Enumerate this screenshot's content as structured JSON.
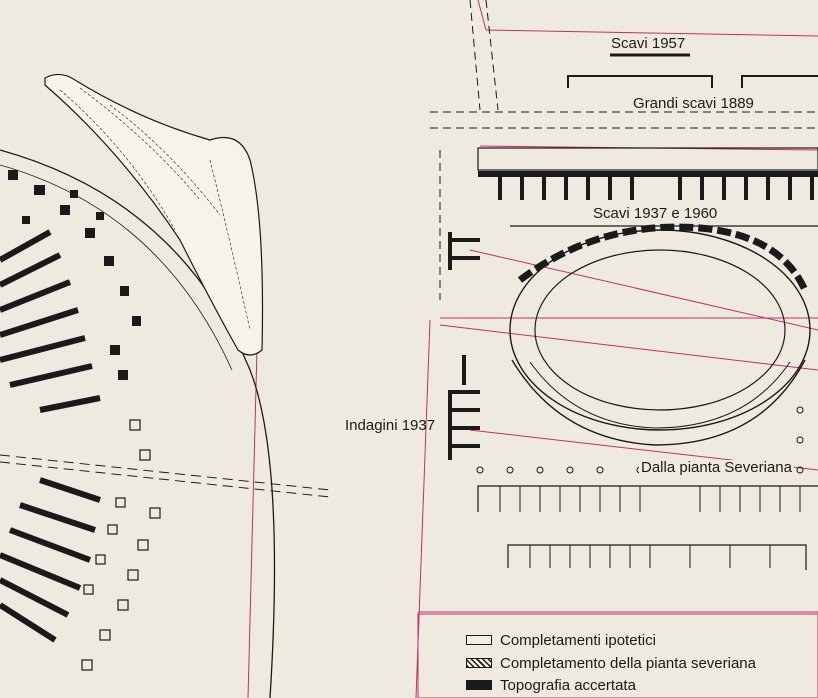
{
  "labels": {
    "scavi_1957": "Scavi 1957",
    "grandi_scavi_1889": "Grandi scavi 1889",
    "scavi_1937_1960": "Scavi 1937 e 1960",
    "indagini_1937": "Indagini 1937",
    "dalla_pianta_severiana": "Dalla pianta Severiana"
  },
  "legend": {
    "hypothetical": "Completamenti ipotetici",
    "severan": "Completamento della pianta severiana",
    "confirmed": "Topografia accertata"
  },
  "colors": {
    "paper": "#efeae0",
    "ink": "#1a1a1a",
    "survey_line": "#c0306a"
  }
}
